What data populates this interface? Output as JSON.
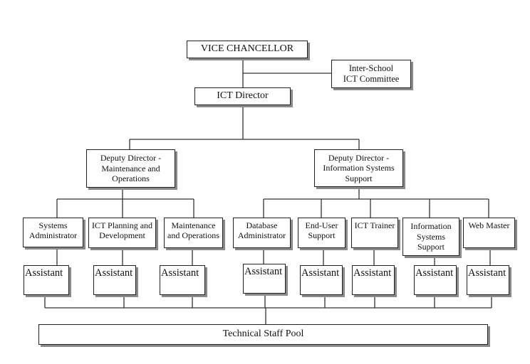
{
  "diagram": {
    "type": "organizational-chart",
    "top": {
      "label": "VICE CHANCELLOR"
    },
    "committee": {
      "line1": "Inter-School",
      "line2": "ICT Committee"
    },
    "director": {
      "label": "ICT Director"
    },
    "deputies": [
      {
        "line1": "Deputy Director  -",
        "line2": "Maintenance and",
        "line3": "Operations"
      },
      {
        "line1": "Deputy Director  -",
        "line2": "Information Systems",
        "line3": "Support"
      }
    ],
    "units": [
      {
        "line1": "Systems",
        "line2": "Administrator",
        "reports_to": "Deputy Director - Maintenance and Operations"
      },
      {
        "line1": "ICT Planning and",
        "line2": "Development",
        "reports_to": "Deputy Director - Maintenance and Operations"
      },
      {
        "line1": "Maintenance",
        "line2": "and Operations",
        "reports_to": "Deputy Director - Maintenance and Operations"
      },
      {
        "line1": "Database",
        "line2": "Administrator",
        "reports_to": "Deputy Director - Information Systems Support"
      },
      {
        "line1": "End-User",
        "line2": "Support",
        "reports_to": "Deputy Director - Information Systems Support"
      },
      {
        "line1": "ICT Trainer",
        "line2": "",
        "reports_to": "Deputy Director - Information Systems Support"
      },
      {
        "line1": "Information",
        "line2": "Systems",
        "line3": "Support",
        "reports_to": "Deputy Director - Information Systems Support"
      },
      {
        "line1": "Web Master",
        "line2": "",
        "reports_to": "Deputy Director - Information Systems Support"
      }
    ],
    "assistant_label": "Assistant",
    "pool": {
      "label": "Technical Staff Pool"
    }
  }
}
